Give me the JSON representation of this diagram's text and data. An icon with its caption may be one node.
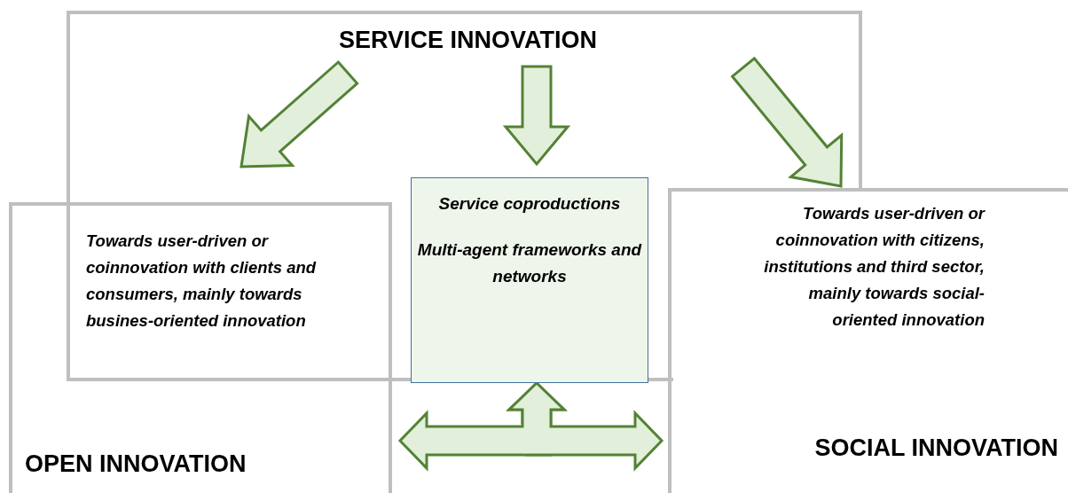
{
  "diagram": {
    "nodes": [
      {
        "text": [
          "SERVICE INNOVATION"
        ]
      },
      {
        "text": [
          "OPEN INNOVATION"
        ]
      },
      {
        "text": [
          "SOCIAL INNOVATION"
        ]
      },
      {
        "text": [
          "Towards user-driven or coinnovation with clients and consumers, mainly towards busines-oriented innovation"
        ]
      },
      {
        "text": [
          "Service coproductions",
          "Multi-agent frameworks and networks"
        ],
        "in": 0
      },
      {
        "text": [
          "Towards user-driven or coinnovation with citizens, institutions and third sector, mainly towards social-oriented innovation"
        ],
        "in": 2
      }
    ],
    "edges": [
      {
        "from": 0,
        "to": 3,
        "arrow": "to"
      },
      {
        "from": 0,
        "to": 4,
        "arrow": "to"
      },
      {
        "from": 0,
        "to": 5,
        "arrow": "to"
      },
      {
        "from": 4,
        "to": 1,
        "arrow": "both"
      },
      {
        "from": 4,
        "to": 2,
        "arrow": "both"
      }
    ]
  }
}
